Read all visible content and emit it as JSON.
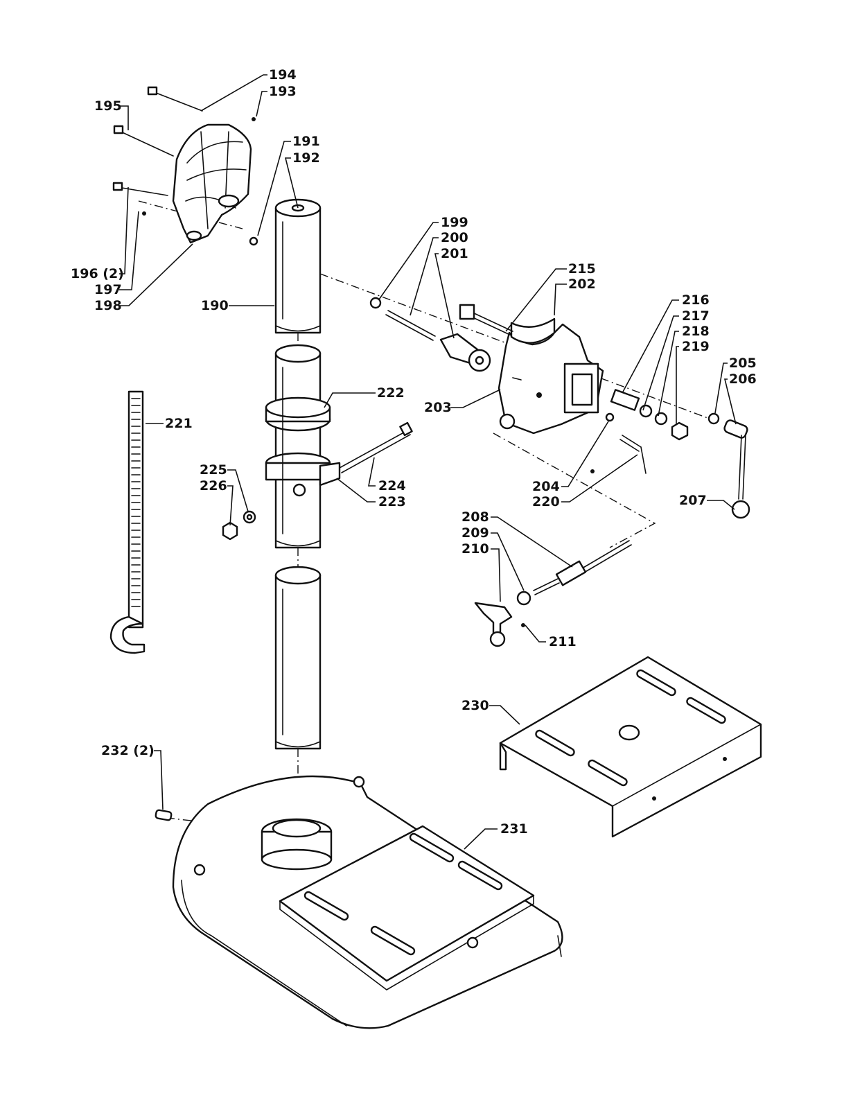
{
  "labels": {
    "p190": "190",
    "p191": "191",
    "p192": "192",
    "p193": "193",
    "p194": "194",
    "p195": "195",
    "p196": "196 (2)",
    "p197": "197",
    "p198": "198",
    "p199": "199",
    "p200": "200",
    "p201": "201",
    "p202": "202",
    "p203": "203",
    "p204": "204",
    "p205": "205",
    "p206": "206",
    "p207": "207",
    "p208": "208",
    "p209": "209",
    "p210": "210",
    "p211": "211",
    "p215": "215",
    "p216": "216",
    "p217": "217",
    "p218": "218",
    "p219": "219",
    "p220": "220",
    "p221": "221",
    "p222": "222",
    "p223": "223",
    "p224": "224",
    "p225": "225",
    "p226": "226",
    "p230": "230",
    "p231": "231",
    "p232": "232 (2)"
  }
}
